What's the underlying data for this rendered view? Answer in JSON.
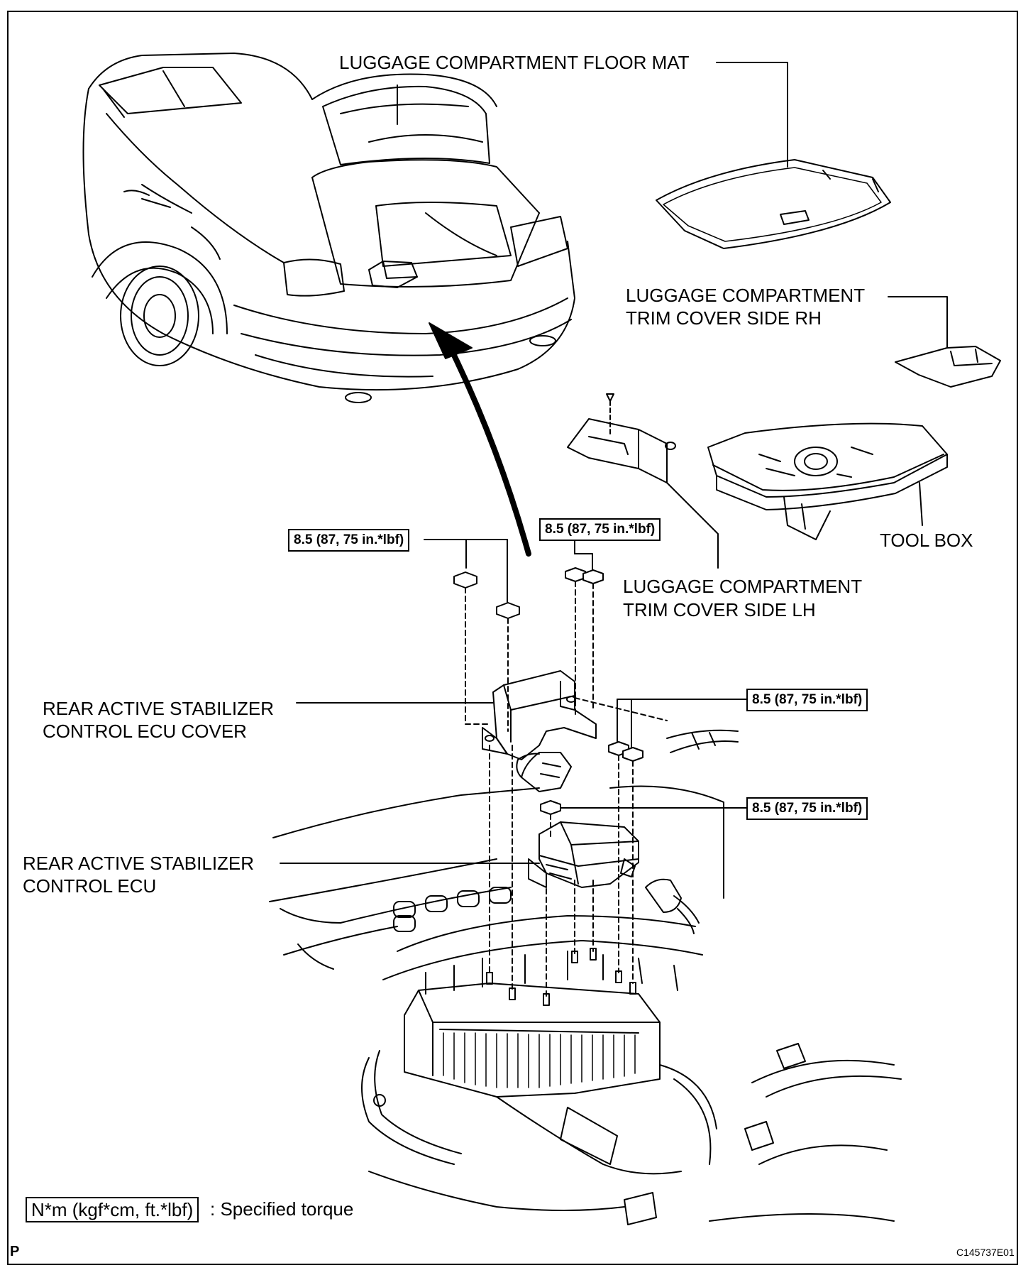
{
  "labels": {
    "floor_mat": "LUGGAGE COMPARTMENT FLOOR MAT",
    "trim_rh_line1": "LUGGAGE COMPARTMENT",
    "trim_rh_line2": "TRIM COVER SIDE RH",
    "tool_box": "TOOL BOX",
    "trim_lh_line1": "LUGGAGE COMPARTMENT",
    "trim_lh_line2": "TRIM COVER SIDE LH",
    "ecu_cover_line1": "REAR ACTIVE STABILIZER",
    "ecu_cover_line2": "CONTROL ECU COVER",
    "ecu_line1": "REAR ACTIVE STABILIZER",
    "ecu_line2": "CONTROL ECU"
  },
  "torque": {
    "left": "8.5 (87, 75 in.*lbf)",
    "center": "8.5 (87, 75 in.*lbf)",
    "right_upper": "8.5 (87, 75 in.*lbf)",
    "right_lower": "8.5 (87, 75 in.*lbf)"
  },
  "legend": {
    "unit_box": "N*m (kgf*cm, ft.*lbf)",
    "description": ": Specified torque"
  },
  "footer": {
    "corner_mark": "P",
    "figure_code": "C145737E01"
  }
}
